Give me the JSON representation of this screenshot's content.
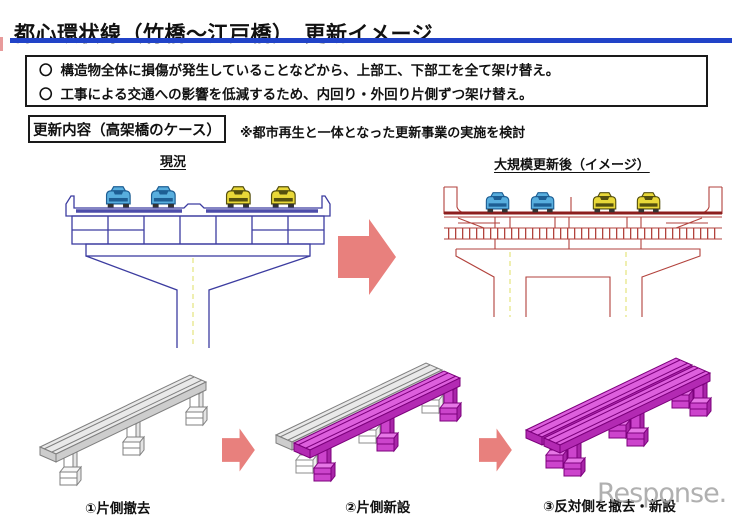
{
  "header": {
    "title": "都心環状線（竹橋～江戸橋）　更新イメージ"
  },
  "overview": {
    "bullets": [
      {
        "marker": "〇",
        "text": "構造物全体に損傷が発生していることなどから、上部工、下部工を全て架け替え。"
      },
      {
        "marker": "〇",
        "text": "工事による交通への影響を低減するため、内回り・外回り片側ずつ架け替え。"
      }
    ]
  },
  "section": {
    "label": "更新内容（高架橋のケース）",
    "note": "※都市再生と一体となった更新事業の実施を検討"
  },
  "comparison": {
    "before_label": "現況",
    "after_label": "大規模更新後（イメージ）"
  },
  "steps": [
    {
      "label": "①片側撤去"
    },
    {
      "label": "②片側新設"
    },
    {
      "label": "③反対側を撤去・新設"
    }
  ],
  "watermark": {
    "text": "Response."
  },
  "colors": {
    "accent_blue": "#2143c8",
    "blueprint_blue": "#3c3ca0",
    "drawing_red": "#b2423c",
    "arrow_pink": "#e8807d",
    "new_structure_magenta": "#cc44cc",
    "old_structure_gray": "#d9d9d9",
    "car_blue": "#58aede",
    "car_yellow": "#e9d838",
    "centerline_yellow": "#e8e890"
  }
}
